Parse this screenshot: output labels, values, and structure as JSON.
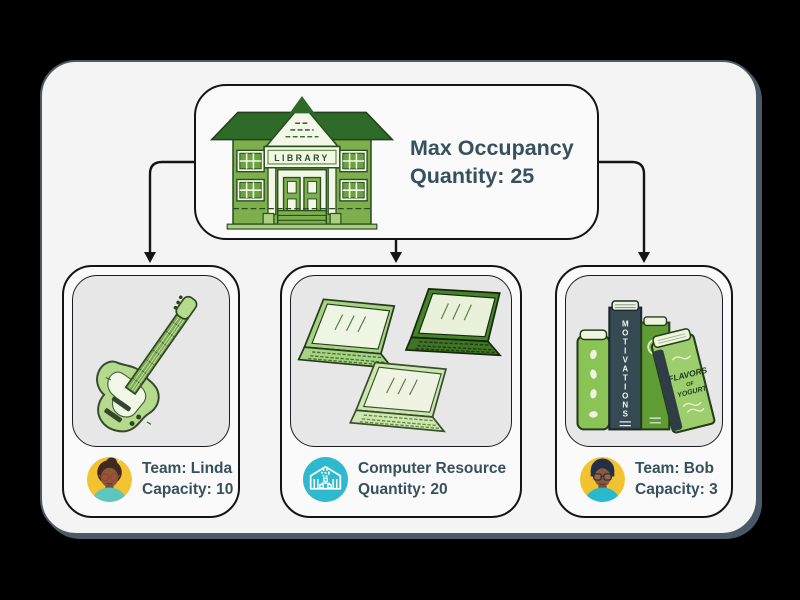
{
  "scene": {
    "parent": {
      "label_line1": "Max Occupancy",
      "label_line2": "Quantity: 25",
      "building_sign": "LIBRARY"
    },
    "children": [
      {
        "label_line1": "Team: Linda",
        "label_line2": "Capacity: 10",
        "illustration": "electric-guitar",
        "badge": "linda-avatar"
      },
      {
        "label_line1": "Computer Resource",
        "label_line2": "Quantity: 20",
        "illustration": "three-laptops",
        "badge": "facility-icon"
      },
      {
        "label_line1": "Team: Bob",
        "label_line2": "Capacity: 3",
        "illustration": "book-stack",
        "badge": "bob-avatar"
      }
    ],
    "books": {
      "spine_title": "MOTIVATIONS",
      "cover_title": [
        "FLAVORS",
        "OF",
        "YOGURT"
      ]
    },
    "colors": {
      "page_background": "#000000",
      "canvas_fill": "#f4f4f5",
      "canvas_border": "#4a5b68",
      "node_border": "#141414",
      "node_fill": "#fafafa",
      "image_card_fill": "#e7e7e8",
      "text": "#37505e",
      "green_dark": "#2e6b28",
      "green_mid": "#7db04c",
      "green_light": "#b5da8e",
      "badge_teal": "#2fb9ce",
      "avatar_yellow": "#f2c230"
    }
  }
}
